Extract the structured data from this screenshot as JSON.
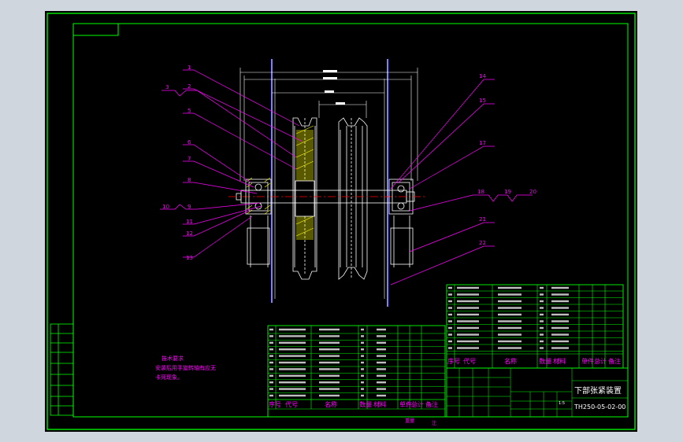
{
  "colors": {
    "background": "#000000",
    "frame": "#00ff00",
    "outline": "#ffffff",
    "leaders": "#ff00ff",
    "centerline": "#ff0000",
    "dimension": "#ffffff",
    "hatch": "#ffff00",
    "note": "#ff00ff",
    "table_text": "#ffffff",
    "title_cyan": "#00ffff"
  },
  "callouts_left": [
    "1",
    "3",
    "2",
    "5",
    "6",
    "7",
    "8",
    "9",
    "10",
    "11",
    "12",
    "13"
  ],
  "callouts_right": [
    "14",
    "15",
    "17",
    "18",
    "19",
    "20",
    "21",
    "22"
  ],
  "notes": {
    "heading": "技术要求",
    "line1": "安装后用手旋转轴有应无",
    "line2": "卡死现象。"
  },
  "bom_header": [
    "序号",
    "代号",
    "名称",
    "数量",
    "材料",
    "单件",
    "总计",
    "备注"
  ],
  "bom_footer": "重量",
  "bom_footer_extra": "注",
  "title_block": {
    "drawing_title": "下部张紧装置",
    "drawing_code": "TH250-05-02-00",
    "scale": "1:5"
  },
  "header_icon": "drawing-frame"
}
